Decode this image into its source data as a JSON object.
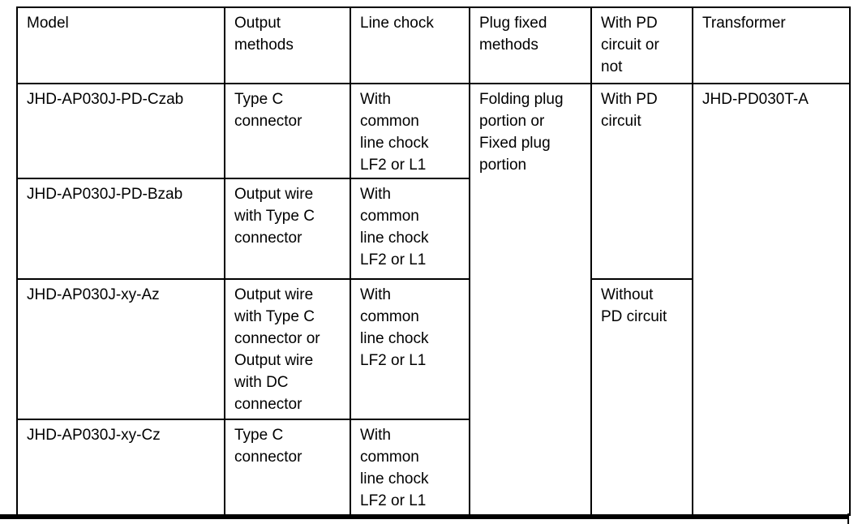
{
  "colors": {
    "text": "#000000",
    "border": "#000000",
    "background": "#ffffff",
    "bottom_rule": "#000000"
  },
  "table": {
    "headers": [
      "Model",
      "Output\nmethods",
      "Line chock",
      "Plug fixed\nmethods",
      "With PD\ncircuit or\nnot",
      "Transformer"
    ],
    "rows": [
      {
        "model": "JHD-AP030J-PD-Czab",
        "output_methods": "Type C\nconnector",
        "line_chock": "With\ncommon\nline chock\nLF2 or L1"
      },
      {
        "model": "JHD-AP030J-PD-Bzab",
        "output_methods": "Output wire\nwith Type C\nconnector",
        "line_chock": "With\ncommon\nline chock\nLF2 or L1"
      },
      {
        "model": "JHD-AP030J-xy-Az",
        "output_methods": "Output wire\nwith Type C\nconnector or\nOutput wire\nwith DC\nconnector",
        "line_chock": "With\ncommon\nline chock\nLF2 or L1"
      },
      {
        "model": "JHD-AP030J-xy-Cz",
        "output_methods": "Type C\nconnector",
        "line_chock": "With\ncommon\nline chock\nLF2 or L1"
      }
    ],
    "plug_fixed_methods": "Folding plug\nportion or\nFixed plug\nportion",
    "pd_circuit": {
      "with": "With PD\ncircuit",
      "without": "Without\nPD circuit"
    },
    "transformer": "JHD-PD030T-A"
  }
}
